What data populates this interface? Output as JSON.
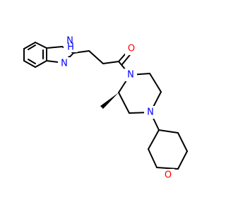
{
  "molecule": {
    "atoms": {
      "nh": {
        "text": "H",
        "superscript": "N",
        "color": "#0000ff"
      },
      "n_imidazole": {
        "text": "N",
        "color": "#0000ff"
      },
      "o_carbonyl": {
        "text": "O",
        "color": "#ff0000"
      },
      "n_piperazine_top": {
        "text": "N",
        "color": "#0000ff"
      },
      "n_piperazine_bottom": {
        "text": "N",
        "color": "#0000ff"
      },
      "o_oxane": {
        "text": "O",
        "color": "#ff0000"
      }
    }
  }
}
